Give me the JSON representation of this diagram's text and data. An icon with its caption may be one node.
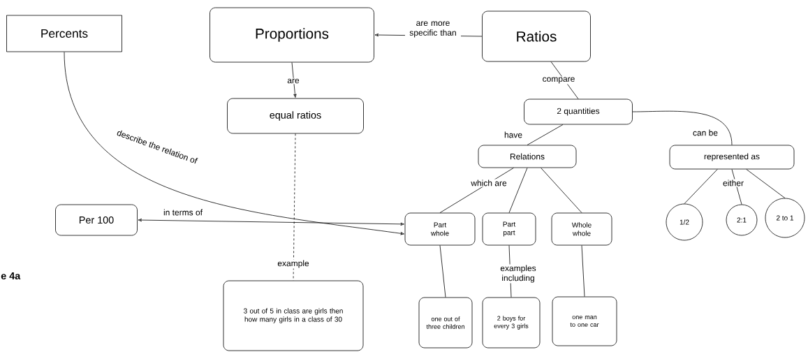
{
  "diagram": {
    "nodes": [
      {
        "text": [
          "Percents"
        ]
      },
      {
        "text": [
          "Proportions"
        ]
      },
      {
        "text": [
          "Ratios"
        ]
      },
      {
        "text": [
          "equal ratios"
        ]
      },
      {
        "text": [
          "2 quantities"
        ]
      },
      {
        "text": [
          "Relations"
        ]
      },
      {
        "text": [
          "represented as"
        ]
      },
      {
        "text": [
          "Per 100"
        ]
      },
      {
        "text": [
          "Part whole"
        ]
      },
      {
        "text": [
          "Part part"
        ]
      },
      {
        "text": [
          "Whole whole"
        ]
      },
      {
        "text": [
          "1/2"
        ]
      },
      {
        "text": [
          "2:1"
        ]
      },
      {
        "text": [
          "2 to 1"
        ]
      },
      {
        "text": [
          "3 out of 5 in class are girls then how many girls in a class of 30"
        ]
      },
      {
        "text": [
          "one out of three children"
        ]
      },
      {
        "text": [
          "2 boys for every 3 girls"
        ]
      },
      {
        "text": [
          "one man to one car"
        ]
      }
    ],
    "edges": [
      {
        "from": 2,
        "to": 1,
        "arrow": "to",
        "label": "are more specific than"
      },
      {
        "from": 1,
        "to": 3,
        "arrow": "to",
        "label": "are"
      },
      {
        "from": 0,
        "to": 8,
        "arrow": "to",
        "label": "describe the relation of"
      },
      {
        "from": 7,
        "to": 8,
        "arrow": "both",
        "label": "in terms of"
      },
      {
        "from": 3,
        "to": 14,
        "arrow": "none",
        "style": "dashed",
        "label": "example"
      },
      {
        "from": 2,
        "to": 4,
        "arrow": "none",
        "label": "compare"
      },
      {
        "from": 4,
        "to": 5,
        "arrow": "none",
        "label": "have"
      },
      {
        "from": 4,
        "to": 6,
        "arrow": "none",
        "label": "can be"
      },
      {
        "from": 5,
        "to": 8,
        "arrow": "none",
        "label": "which are"
      },
      {
        "from": 5,
        "to": 9,
        "arrow": "none"
      },
      {
        "from": 5,
        "to": 10,
        "arrow": "none"
      },
      {
        "from": 6,
        "to": 11,
        "arrow": "none",
        "label": "either"
      },
      {
        "from": 6,
        "to": 12,
        "arrow": "none"
      },
      {
        "from": 6,
        "to": 13,
        "arrow": "none"
      },
      {
        "from": 8,
        "to": 15,
        "arrow": "none"
      },
      {
        "from": 9,
        "to": 16,
        "arrow": "none",
        "label": "examples including"
      },
      {
        "from": 10,
        "to": 17,
        "arrow": "none"
      }
    ],
    "labels": [
      "e 4a"
    ]
  }
}
